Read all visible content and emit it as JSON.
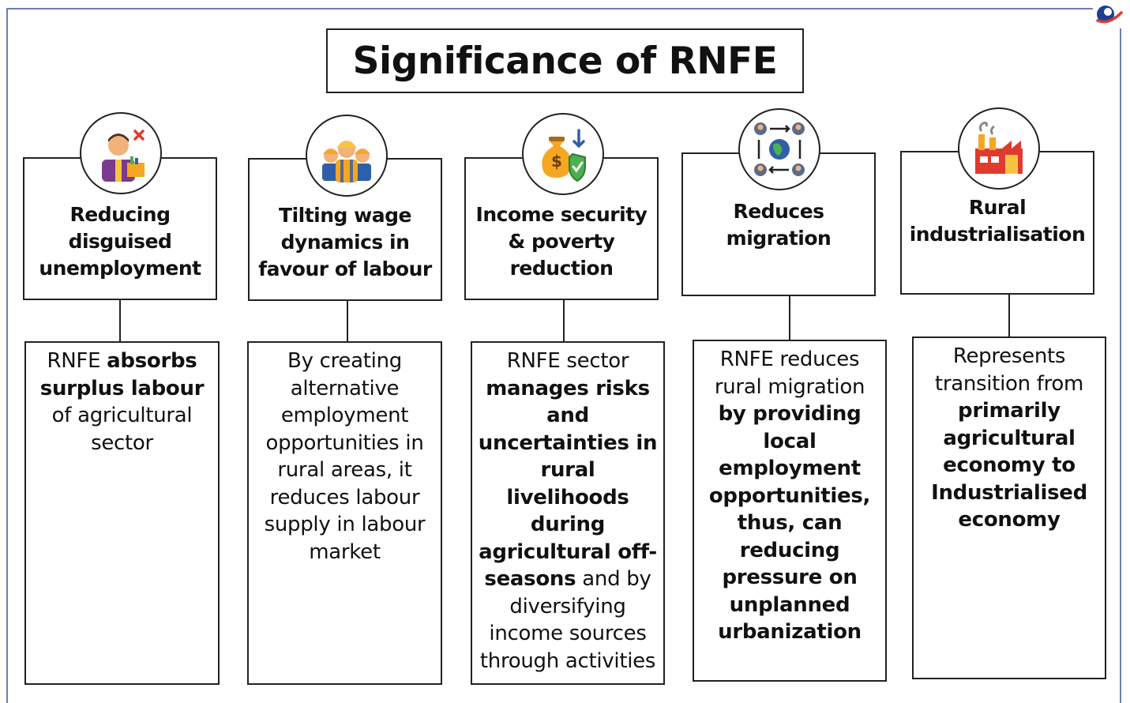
{
  "title": "Significance of RNFE",
  "colors": {
    "frame": "#6b7fb0",
    "line": "#222222",
    "accent_orange": "#f5a623",
    "accent_blue": "#2f5fa8",
    "accent_red": "#e03a2f",
    "accent_green": "#4caf50"
  },
  "columns": [
    {
      "icon": "worker-disguised-icon",
      "heading": "Reducing disguised unemployment",
      "desc": [
        {
          "t": "RNFE ",
          "b": false
        },
        {
          "t": "absorbs surplus labour",
          "b": true
        },
        {
          "t": " of agricultural sector",
          "b": false
        }
      ]
    },
    {
      "icon": "labourers-group-icon",
      "heading": "Tilting wage dynamics in favour of labour",
      "desc": [
        {
          "t": "By creating alternative employment opportunities in rural areas, it reduces labour supply in labour market",
          "b": false
        }
      ]
    },
    {
      "icon": "money-bag-shield-icon",
      "heading": "Income security & poverty reduction",
      "desc": [
        {
          "t": "RNFE sector ",
          "b": false
        },
        {
          "t": "manages risks and uncertainties in rural livelihoods during agricultural off-seasons",
          "b": true
        },
        {
          "t": " and by diversifying income sources through activities",
          "b": false
        }
      ]
    },
    {
      "icon": "globe-migration-icon",
      "heading": "Reduces migration",
      "desc": [
        {
          "t": "RNFE reduces rural migration ",
          "b": false
        },
        {
          "t": "by providing local employment opportunities, thus, can reducing pressure on unplanned urbanization",
          "b": true
        }
      ]
    },
    {
      "icon": "factory-icon",
      "heading": "Rural industrialisation",
      "desc": [
        {
          "t": "Represents transition from ",
          "b": false
        },
        {
          "t": "primarily agricultural economy to Industrialised economy",
          "b": true
        }
      ]
    }
  ]
}
